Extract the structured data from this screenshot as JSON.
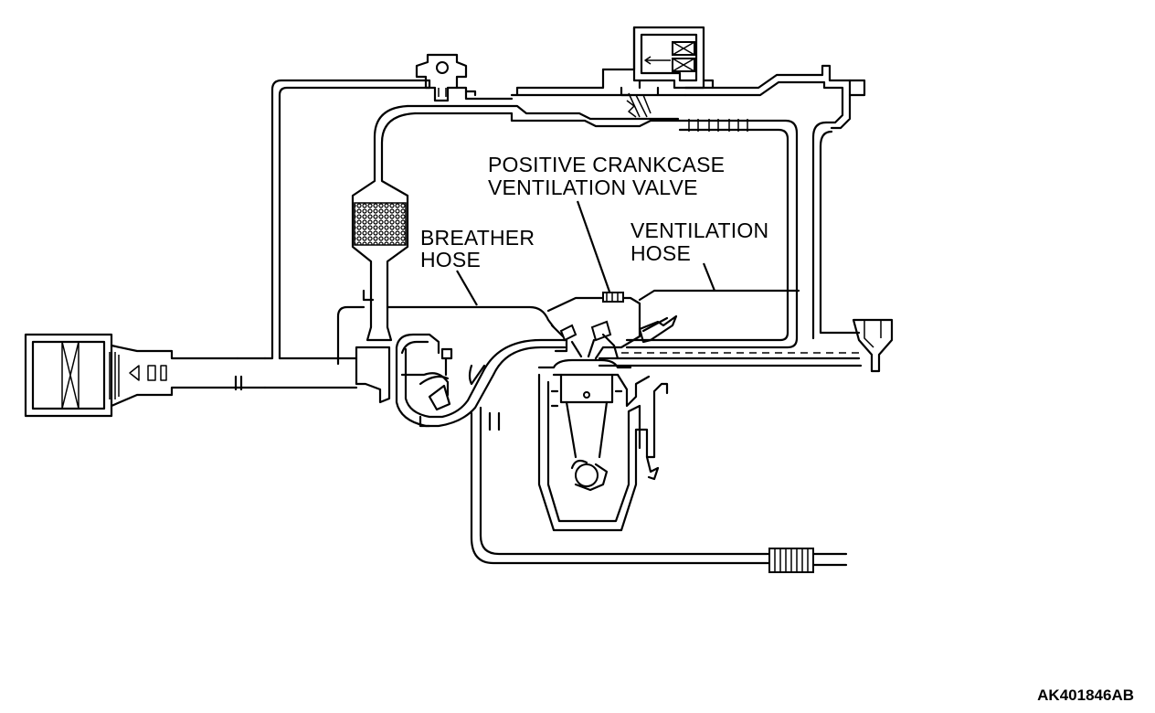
{
  "labels": {
    "pcv_valve": [
      "POSITIVE CRANKCASE",
      "VENTILATION VALVE"
    ],
    "breather_hose": [
      "BREATHER",
      "HOSE"
    ],
    "ventilation_hose": [
      "VENTILATION",
      "HOSE"
    ]
  },
  "figure_code": "AK401846AB"
}
